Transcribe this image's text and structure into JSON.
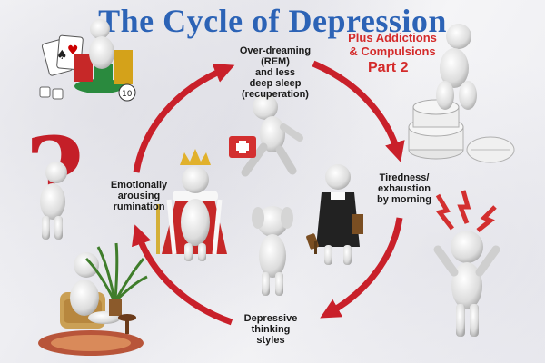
{
  "header": {
    "title": "The Cycle of Depression",
    "subtitle_line1": "Plus Addictions",
    "subtitle_line2": "& Compulsions",
    "part": "Part 2"
  },
  "cycle_steps": [
    {
      "line1": "Over-dreaming",
      "line2": "(REM)",
      "line3": "and less",
      "line4": "deep sleep",
      "line5": "(recuperation)"
    },
    {
      "line1": "Tiredness/",
      "line2": "exhaustion",
      "line3": "by morning"
    },
    {
      "line1": "Depressive",
      "line2": "thinking",
      "line3": "styles"
    },
    {
      "line1": "Emotionally",
      "line2": "arousing",
      "line3": "rumination"
    }
  ],
  "illustrations": [
    "gambler-icon",
    "sitting-on-pills-icon",
    "question-mark-icon",
    "resting-chair-icon",
    "runner-first-aid-icon",
    "king-icon",
    "judge-icon",
    "head-in-hands-icon",
    "stressed-figure-icon"
  ],
  "colors": {
    "title": "#2c63b6",
    "accent": "#d42b2b",
    "arrow": "#c9202a"
  }
}
